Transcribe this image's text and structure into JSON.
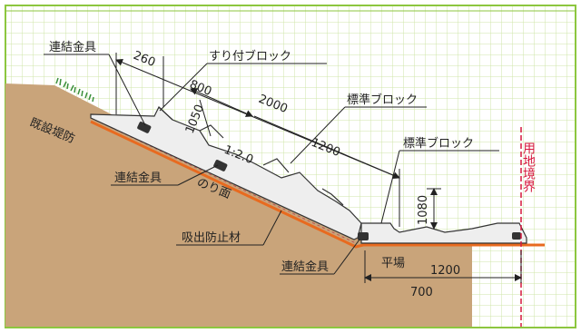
{
  "labels": {
    "connector_top": "連結金具",
    "connector_mid": "連結金具",
    "connector_bottom": "連結金具",
    "block_suritsuke": "すり付ブロック",
    "block_standard_slope": "標準ブロック",
    "block_standard_flat": "標準ブロック",
    "embankment": "既設堤防",
    "slope_face": "のり面",
    "suction_material": "吸出防止材",
    "flat_area": "平場",
    "boundary": "用地境界",
    "gradient": "1:2.0"
  },
  "dimensions": {
    "d260": "260",
    "d800": "800",
    "d2000": "2000",
    "d1200_slope": "1200",
    "d1050": "1050",
    "d1080": "1080",
    "d1200_flat": "1200",
    "d700": "700"
  },
  "colors": {
    "frame": "#8cc63f",
    "grid": "#cfe6a8",
    "ground": "#c9a47a",
    "concrete": "#eeeeee",
    "mat": "#e86a1f",
    "boundary": "#d6193e",
    "grass": "#3a8f3a"
  }
}
